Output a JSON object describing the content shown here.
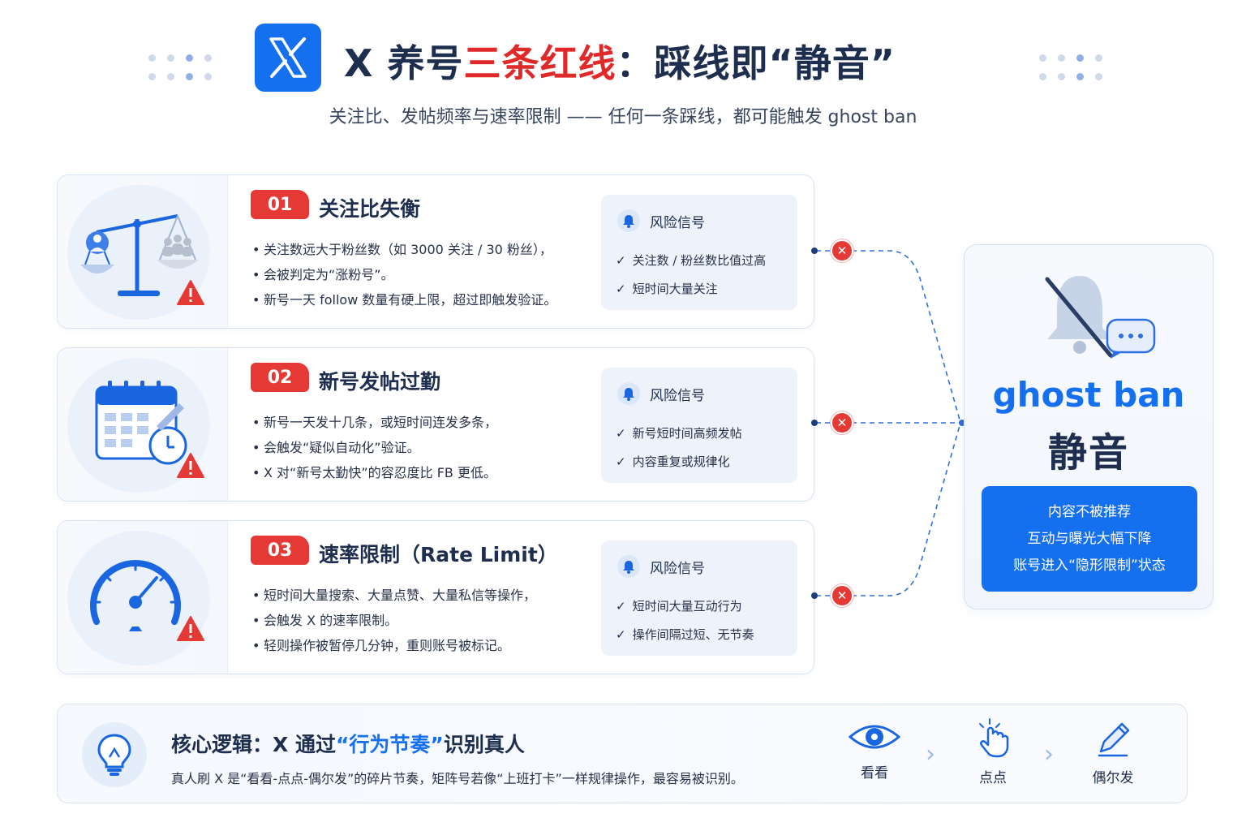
{
  "header": {
    "logo_text": "X",
    "title_prefix": "X 养号",
    "title_highlight": "三条红线",
    "title_suffix": "：踩线即“静音”",
    "subtitle": "关注比、发帖频率与速率限制 —— 任何一条踩线，都可能触发 ghost ban"
  },
  "cards": [
    {
      "number": "01",
      "title": "关注比失衡",
      "bullets": [
        "关注数远大于粉丝数（如 3000 关注 / 30 粉丝），",
        "会被判定为“涨粉号”。",
        "新号一天 follow 数量有硬上限，超过即触发验证。"
      ],
      "risk_title": "风险信号",
      "risk_items": [
        "关注数 / 粉丝数比值过高",
        "短时间大量关注"
      ]
    },
    {
      "number": "02",
      "title": "新号发帖过勤",
      "bullets": [
        "新号一天发十几条，或短时间连发多条，",
        "会触发“疑似自动化”验证。",
        "X 对“新号太勤快”的容忍度比 FB 更低。"
      ],
      "risk_title": "风险信号",
      "risk_items": [
        "新号短时间高频发帖",
        "内容重复或规律化"
      ]
    },
    {
      "number": "03",
      "title": "速率限制（Rate Limit）",
      "bullets": [
        "短时间大量搜索、大量点赞、大量私信等操作，",
        "会触发 X 的速率限制。",
        "轻则操作被暂停几分钟，重则账号被标记。"
      ],
      "risk_title": "风险信号",
      "risk_items": [
        "短时间大量互动行为",
        "操作间隔过短、无节奏"
      ]
    }
  ],
  "ghost": {
    "title_en": "ghost ban",
    "title_cn": "静音",
    "effects": [
      "内容不被推荐",
      "互动与曝光大幅下降",
      "账号进入“隐形限制”状态"
    ]
  },
  "core": {
    "title_prefix": "核心逻辑：X 通过",
    "title_highlight": "“行为节奏”",
    "title_suffix": "识别真人",
    "description": "真人刷 X 是“看看-点点-偶尔发”的碎片节奏，矩阵号若像“上班打卡”一样规律操作，最容易被识别。",
    "steps": [
      {
        "label": "看看",
        "icon": "eye-icon"
      },
      {
        "label": "点点",
        "icon": "tap-hand-icon"
      },
      {
        "label": "偶尔发",
        "icon": "pen-icon"
      }
    ]
  },
  "colors": {
    "brand_blue": "#1570ef",
    "alert_red": "#e53935",
    "navy": "#1e2e4e"
  }
}
